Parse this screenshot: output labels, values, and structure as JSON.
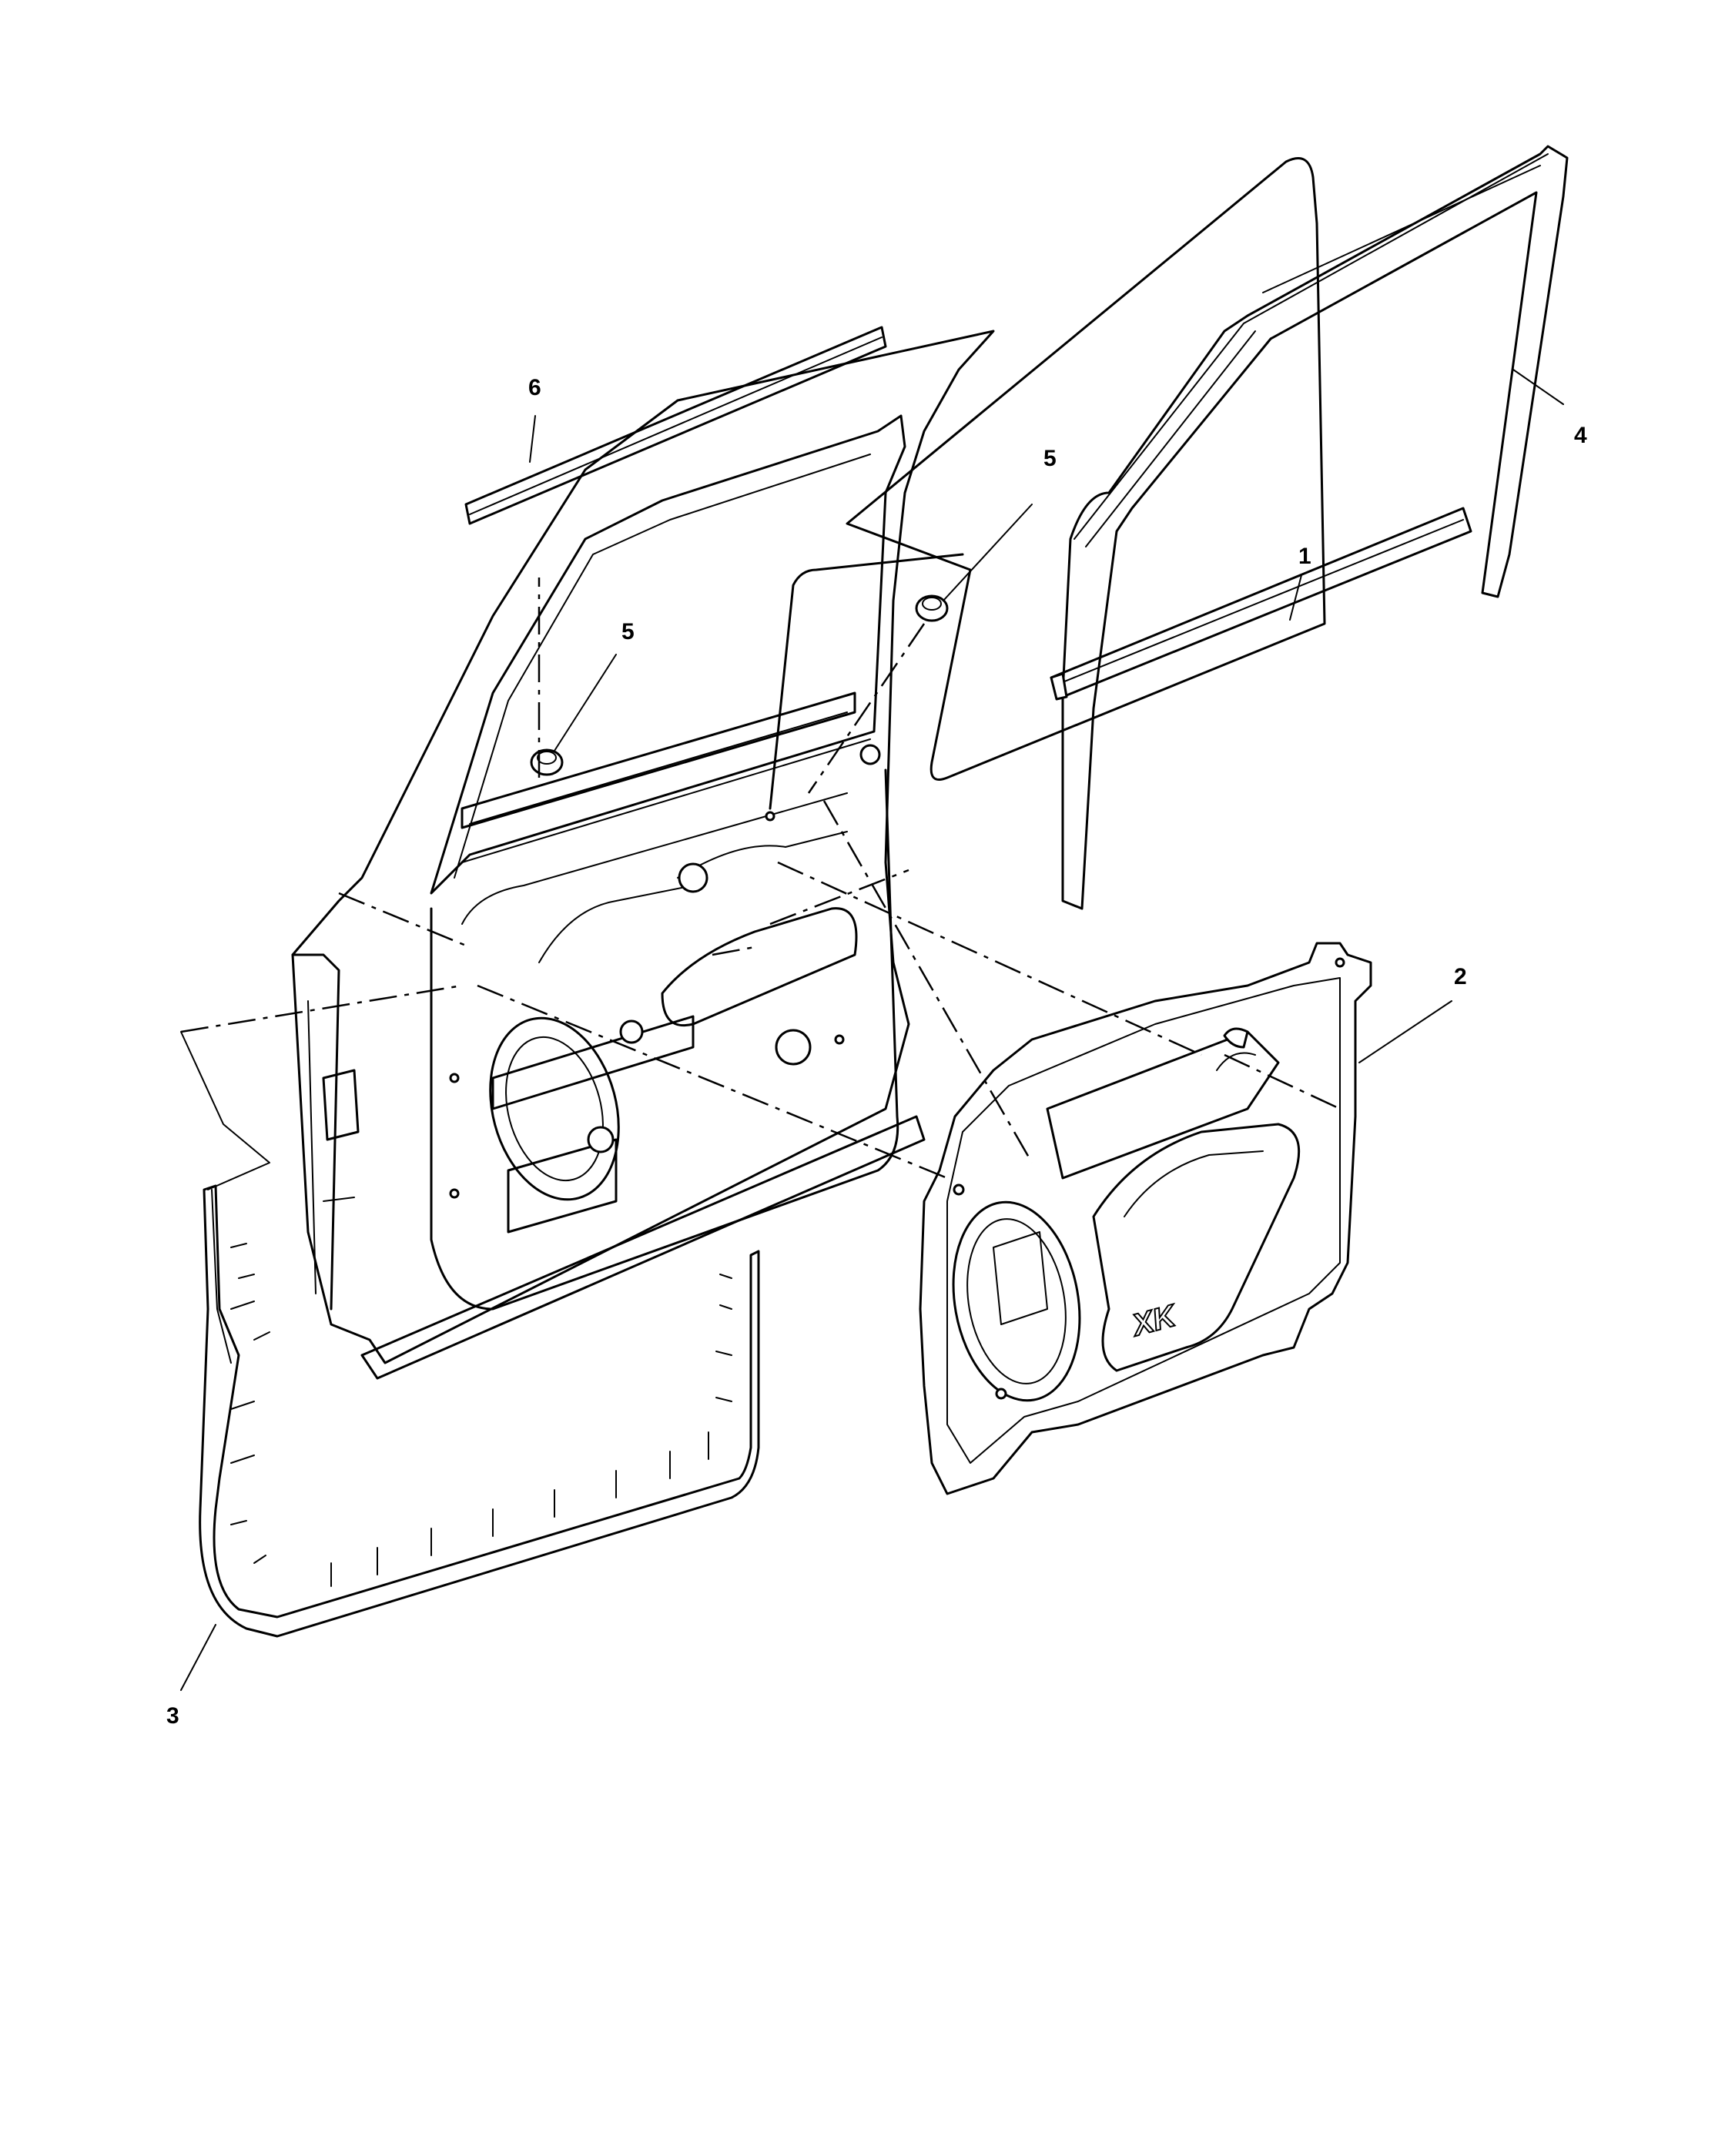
{
  "callouts": [
    {
      "id": "1",
      "label": "1",
      "part": "glass-run-belt-weatherstrip"
    },
    {
      "id": "2",
      "label": "2",
      "part": "door-water-shield"
    },
    {
      "id": "3",
      "label": "3",
      "part": "door-seal-weatherstrip"
    },
    {
      "id": "4",
      "label": "4",
      "part": "rear-glass-run-channel"
    },
    {
      "id": "5a",
      "label": "5",
      "part": "plug-upper"
    },
    {
      "id": "5b",
      "label": "5",
      "part": "plug-lower"
    },
    {
      "id": "6",
      "label": "6",
      "part": "outer-belt-weatherstrip"
    }
  ],
  "panel_emboss": "XK"
}
